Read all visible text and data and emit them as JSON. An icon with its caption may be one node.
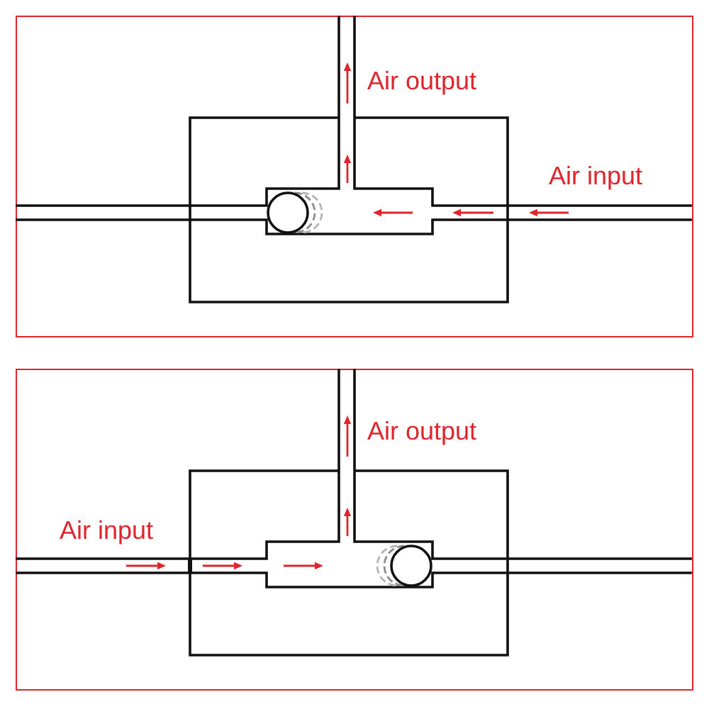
{
  "diagram": {
    "nodes": [
      {
        "text": [
          "Air output",
          "Air input"
        ]
      },
      {
        "text": [
          "Air output",
          "Air input"
        ]
      }
    ]
  }
}
